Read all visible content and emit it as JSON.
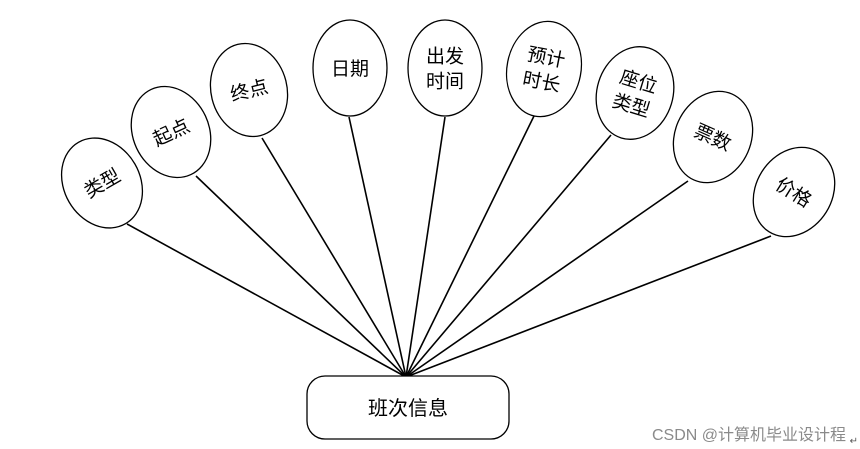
{
  "entity": {
    "label": "班次信息"
  },
  "attributes": [
    {
      "lines": [
        "类型"
      ]
    },
    {
      "lines": [
        "起点"
      ]
    },
    {
      "lines": [
        "终点"
      ]
    },
    {
      "lines": [
        "日期"
      ]
    },
    {
      "lines": [
        "出发",
        "时间"
      ]
    },
    {
      "lines": [
        "预计",
        "时长"
      ]
    },
    {
      "lines": [
        "座位",
        "类型"
      ]
    },
    {
      "lines": [
        "票数"
      ]
    },
    {
      "lines": [
        "价格"
      ]
    }
  ],
  "watermark": "CSDN @计算机毕业设计程",
  "paragraph_mark": "↵"
}
